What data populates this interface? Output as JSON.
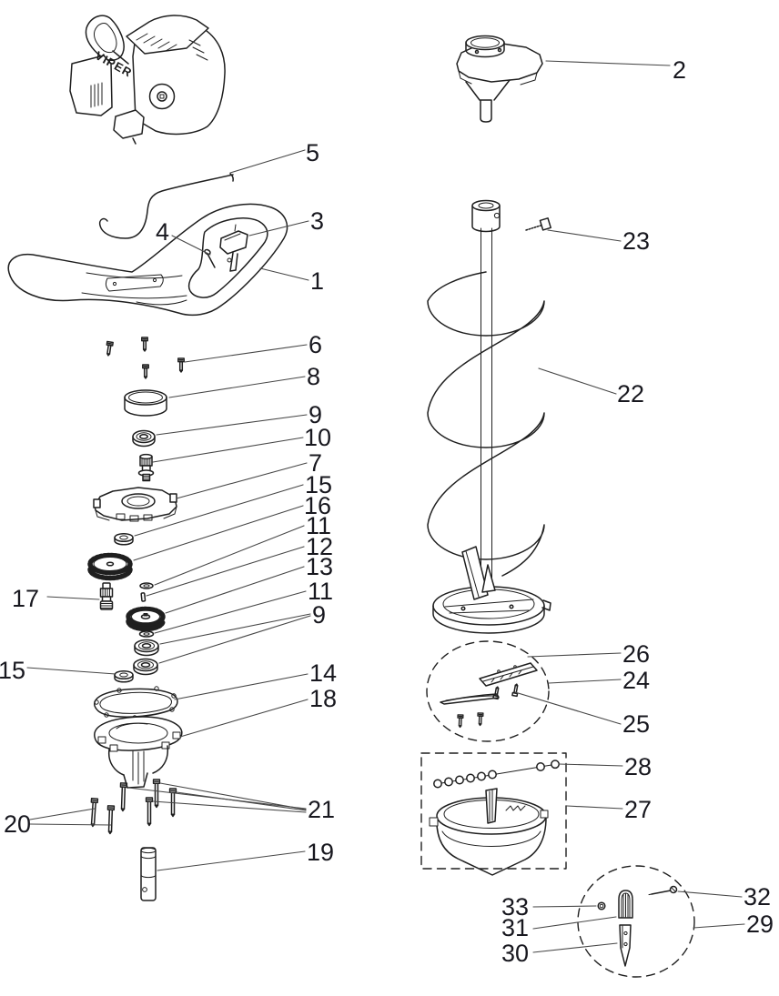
{
  "diagram": {
    "background": "#ffffff",
    "line_color": "#1f1f1f",
    "label_color": "#18181f",
    "engine_brand_text": "VIPER",
    "callouts": {
      "c1": {
        "label": "1",
        "part": "handlebar-frame"
      },
      "c2": {
        "label": "2",
        "part": "gear-head-assembly"
      },
      "c3": {
        "label": "3",
        "part": "throttle-switch"
      },
      "c4": {
        "label": "4",
        "part": "switch-screw"
      },
      "c5": {
        "label": "5",
        "part": "throttle-wire"
      },
      "c6": {
        "label": "6",
        "part": "cover-screws"
      },
      "c7": {
        "label": "7",
        "part": "gearcase-upper-half"
      },
      "c8": {
        "label": "8",
        "part": "bearing-cup"
      },
      "c9a": {
        "label": "9",
        "part": "ball-bearing"
      },
      "c9b": {
        "label": "9",
        "part": "ball-bearing-pair"
      },
      "c10": {
        "label": "10",
        "part": "pinion-shaft"
      },
      "c11a": {
        "label": "11",
        "part": "flat-washer"
      },
      "c11b": {
        "label": "11",
        "part": "flat-washer"
      },
      "c12": {
        "label": "12",
        "part": "roll-pin"
      },
      "c13": {
        "label": "13",
        "part": "drive-gear"
      },
      "c14": {
        "label": "14",
        "part": "gearcase-gasket"
      },
      "c15a": {
        "label": "15",
        "part": "thrust-washer"
      },
      "c15b": {
        "label": "15",
        "part": "thrust-washer"
      },
      "c16": {
        "label": "16",
        "part": "main-gear"
      },
      "c17": {
        "label": "17",
        "part": "clutch-shaft"
      },
      "c18": {
        "label": "18",
        "part": "gearcase-lower-half"
      },
      "c19": {
        "label": "19",
        "part": "output-shaft"
      },
      "c20": {
        "label": "20",
        "part": "housing-bolts"
      },
      "c21": {
        "label": "21",
        "part": "assembly-bolts"
      },
      "c22": {
        "label": "22",
        "part": "auger-flight"
      },
      "c23": {
        "label": "23",
        "part": "auger-bolt"
      },
      "c24": {
        "label": "24",
        "part": "blade-kit"
      },
      "c25": {
        "label": "25",
        "part": "blade-screws"
      },
      "c26": {
        "label": "26",
        "part": "blade-holder"
      },
      "c27": {
        "label": "27",
        "part": "blade-guard"
      },
      "c28": {
        "label": "28",
        "part": "retainer-chain"
      },
      "c29": {
        "label": "29",
        "part": "point-kit"
      },
      "c30": {
        "label": "30",
        "part": "point-blade"
      },
      "c31": {
        "label": "31",
        "part": "point-cap"
      },
      "c32": {
        "label": "32",
        "part": "point-screw"
      },
      "c33": {
        "label": "33",
        "part": "point-nut"
      }
    }
  }
}
